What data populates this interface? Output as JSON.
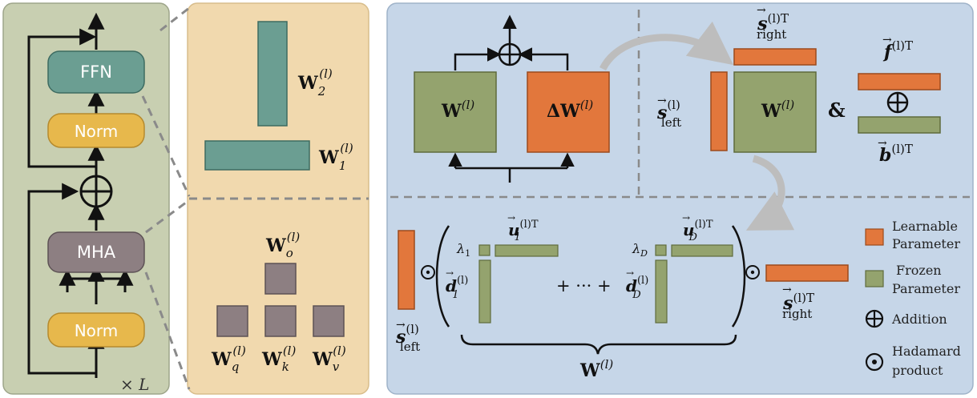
{
  "colors": {
    "transformer_panel_bg": "#c8cfb1",
    "weights_panel_bg": "#f1d9ae",
    "main_panel_bg": "#c6d6e8",
    "ffn": "#6b9e92",
    "norm": "#e7b84c",
    "mha": "#8d7f82",
    "frozen": "#94a36e",
    "learnable": "#e2773c",
    "dashed": "#8a8a8a"
  },
  "transformer_block": {
    "ffn_label": "FFN",
    "norm_top_label": "Norm",
    "mha_label": "MHA",
    "norm_bottom_label": "Norm",
    "repeat_label": "× L"
  },
  "ffn_weights": {
    "w2": {
      "base": "W",
      "sub": "2",
      "sup": "(l)"
    },
    "w1": {
      "base": "W",
      "sub": "1",
      "sup": "(l)"
    }
  },
  "mha_weights": {
    "wo": {
      "base": "W",
      "sub": "o",
      "sup": "(l)"
    },
    "wq": {
      "base": "W",
      "sub": "q",
      "sup": "(l)"
    },
    "wk": {
      "base": "W",
      "sub": "k",
      "sup": "(l)"
    },
    "wv": {
      "base": "W",
      "sub": "v",
      "sup": "(l)"
    }
  },
  "lora_view": {
    "frozen_base": "W",
    "frozen_sup": "(l)",
    "delta_base": "ΔW",
    "delta_sup": "(l)"
  },
  "scaling_view": {
    "s_right": {
      "base": "s",
      "sub": "right",
      "sup": "(l)T"
    },
    "s_left": {
      "base": "s",
      "sub": "left",
      "sup": "(l)"
    },
    "center_base": "W",
    "center_sup": "(l)",
    "ampersand": "&",
    "f_vec": {
      "base": "f",
      "sup": "(l)T"
    },
    "b_vec": {
      "base": "b",
      "sup": "(l)T"
    }
  },
  "decomposition": {
    "lambda_1": {
      "base": "λ",
      "sub": "1"
    },
    "lambda_d": {
      "base": "λ",
      "sub": "D"
    },
    "u_1": {
      "base": "u",
      "sub": "1",
      "sup": "(l)T"
    },
    "u_d": {
      "base": "u",
      "sub": "D",
      "sup": "(l)T"
    },
    "d_1": {
      "base": "d",
      "sub": "1",
      "sup": "(l)"
    },
    "d_d": {
      "base": "d",
      "sub": "D",
      "sup": "(l)"
    },
    "plus_dots_plus": "+ ··· +",
    "s_left": {
      "base": "s",
      "sub": "left",
      "sup": "(l)"
    },
    "s_right": {
      "base": "s",
      "sub": "right",
      "sup": "(l)T"
    },
    "brace_base": "W",
    "brace_sup": "(l)"
  },
  "legend": {
    "learnable": [
      "Learnable",
      "Parameter"
    ],
    "frozen": [
      "Frozen",
      "Parameter"
    ],
    "addition": "Addition",
    "hadamard": [
      "Hadamard",
      "product"
    ]
  }
}
